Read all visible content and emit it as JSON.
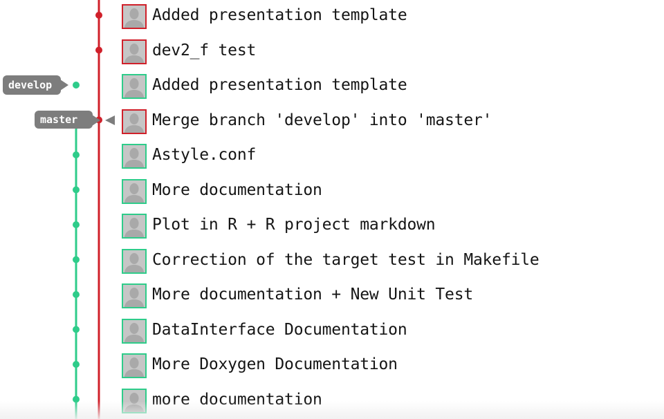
{
  "branches": {
    "develop": {
      "name": "develop",
      "color": "#2ecc8a"
    },
    "master": {
      "name": "master",
      "color": "#d0202a"
    }
  },
  "head_indicator": "head-arrow-icon",
  "commits": [
    {
      "message": "Added presentation template",
      "branch": "master"
    },
    {
      "message": "dev2_f test",
      "branch": "master"
    },
    {
      "message": "Added presentation template",
      "branch": "develop",
      "tag": "develop"
    },
    {
      "message": "Merge branch 'develop' into 'master'",
      "branch": "master",
      "tag": "master",
      "merge": true
    },
    {
      "message": "Astyle.conf",
      "branch": "develop"
    },
    {
      "message": "More documentation",
      "branch": "develop"
    },
    {
      "message": "Plot in R + R project markdown",
      "branch": "develop"
    },
    {
      "message": "Correction of the target test in Makefile",
      "branch": "develop"
    },
    {
      "message": "More documentation + New Unit Test",
      "branch": "develop"
    },
    {
      "message": "DataInterface Documentation",
      "branch": "develop"
    },
    {
      "message": "More Doxygen Documentation",
      "branch": "develop"
    },
    {
      "message": "more documentation",
      "branch": "develop"
    }
  ]
}
